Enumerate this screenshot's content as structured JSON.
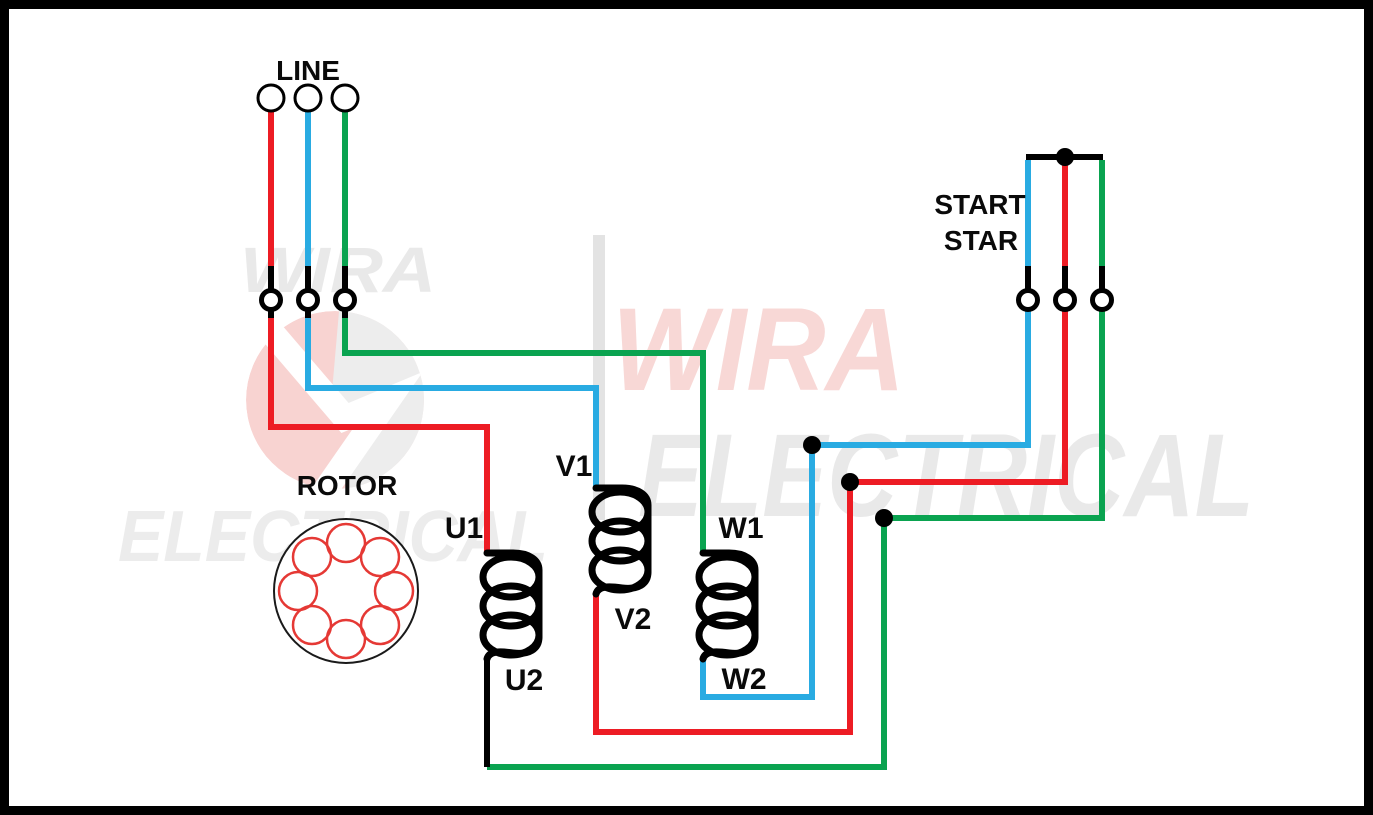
{
  "diagram": {
    "line_label": "LINE",
    "rotor_label": "ROTOR",
    "switch": {
      "label_line1": "START",
      "label_line2": "STAR"
    },
    "windings": {
      "u1": "U1",
      "u2": "U2",
      "v1": "V1",
      "v2": "V2",
      "w1": "W1",
      "w2": "W2"
    },
    "colors": {
      "phase_red": "#ed1c24",
      "phase_blue": "#29abe2",
      "phase_green": "#0aa350",
      "wire_black": "#000000",
      "rotor_bar_red": "#e53935"
    },
    "watermark": {
      "word_wira": "WIRA",
      "word_electrical": "ELECTRICAL",
      "red_text_color": "#f8d8d6",
      "gray_text_color": "#e9e9e9",
      "gray_text_color2": "#ececec",
      "logo_red": "#f8d3d1",
      "logo_gray": "#ededed",
      "bar_gray": "#e3e3e3"
    }
  }
}
